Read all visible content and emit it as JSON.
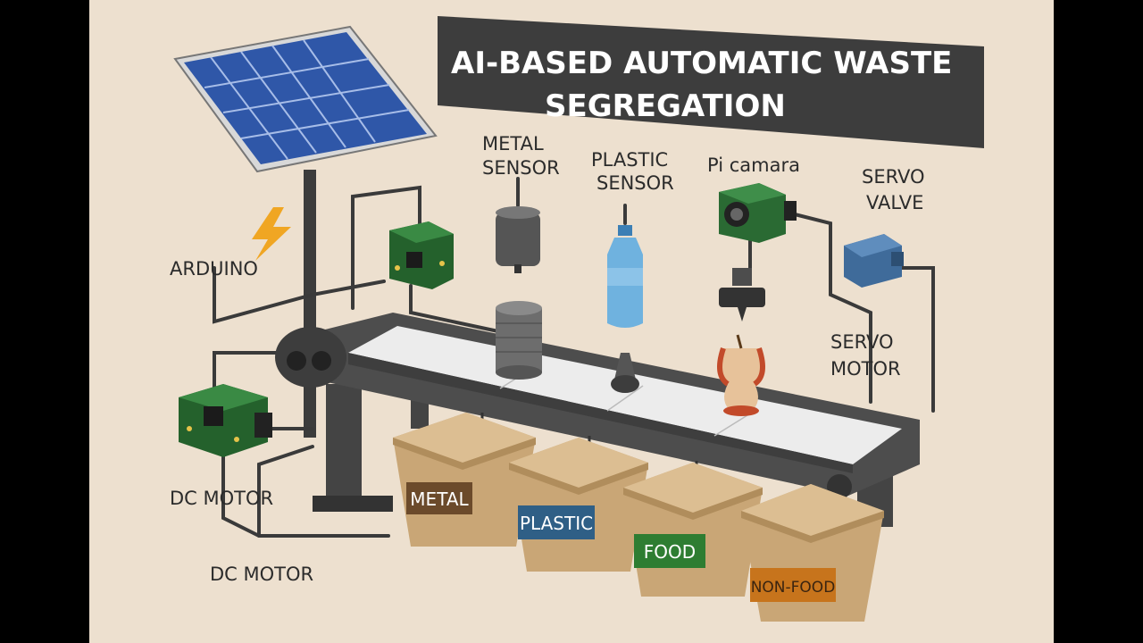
{
  "title": {
    "line1": "AI-BASED AUTOMATIC WASTE",
    "line2": "SEGREGATION"
  },
  "labels": {
    "arduino": "ARDUINO",
    "metal_sensor_1": "METAL",
    "metal_sensor_2": "SENSOR",
    "plastic_sensor_1": "PLASTIC",
    "plastic_sensor_2": "SENSOR",
    "pi_camera": "Pi camara",
    "servo_valve_1": "SERVO",
    "servo_valve_2": "VALVE",
    "servo_motor_1": "SERVO",
    "servo_motor_2": "MOTOR",
    "dc_motor_1": "DC MOTOR",
    "dc_motor_2": "DC MOTOR"
  },
  "bins": [
    {
      "label": "METAL",
      "color": "#6b4a2b",
      "text_color": "#ffffff"
    },
    {
      "label": "PLASTIC",
      "color": "#2f5f86",
      "text_color": "#ffffff"
    },
    {
      "label": "FOOD",
      "color": "#2e7d32",
      "text_color": "#ffffff"
    },
    {
      "label": "NON-FOOD",
      "color": "#c7741c",
      "text_color": "#3a2410"
    }
  ],
  "colors": {
    "background": "#ede0cf",
    "title_bar": "#3d3d3d",
    "pcb": "#2f7a3a",
    "bin": "#c9a676",
    "frame": "#4a4a4a",
    "solar": "#2f57a8",
    "bolt": "#f0a623"
  },
  "icons": [
    "solar-panel-icon",
    "lightning-bolt-icon",
    "arduino-board-icon",
    "metal-sensor-icon",
    "tin-can-icon",
    "plastic-bottle-icon",
    "pi-camera-icon",
    "servo-valve-icon",
    "apple-core-icon",
    "conveyor-belt-icon",
    "dc-motor-board-icon",
    "waste-bin-icon"
  ]
}
